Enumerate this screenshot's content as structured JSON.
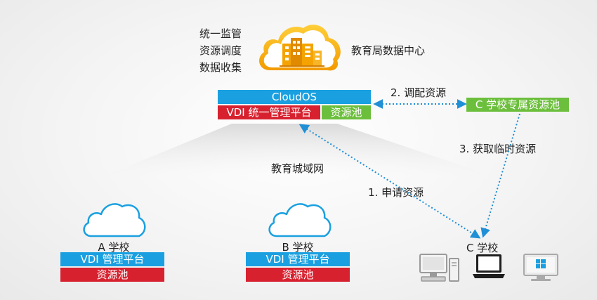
{
  "datacenter": {
    "label": "教育局数据中心",
    "functions": [
      "统一监管",
      "资源调度",
      "数据收集"
    ]
  },
  "core": {
    "cloudos": "CloudOS",
    "vdi_platform": "VDI 统一管理平台",
    "pool": "资源池"
  },
  "network_label": "教育城域网",
  "school_c_pool": "C 学校专属资源池",
  "flows": {
    "step1": "1. 申请资源",
    "step2": "2. 调配资源",
    "step3": "3. 获取临时资源"
  },
  "school_a": {
    "name": "A 学校",
    "platform": "VDI 管理平台",
    "pool": "资源池"
  },
  "school_b": {
    "name": "B 学校",
    "platform": "VDI 管理平台",
    "pool": "资源池"
  },
  "school_c": {
    "name": "C 学校"
  },
  "colors": {
    "blue": "#1aa0e0",
    "red": "#d7212f",
    "green": "#6cbf3c",
    "arrow": "#1f8fd6",
    "datacenter_accent": "#f4a300"
  },
  "icons": [
    "cloud-icon",
    "building-icon",
    "desktop-pc-icon",
    "laptop-icon",
    "windows-monitor-icon"
  ]
}
